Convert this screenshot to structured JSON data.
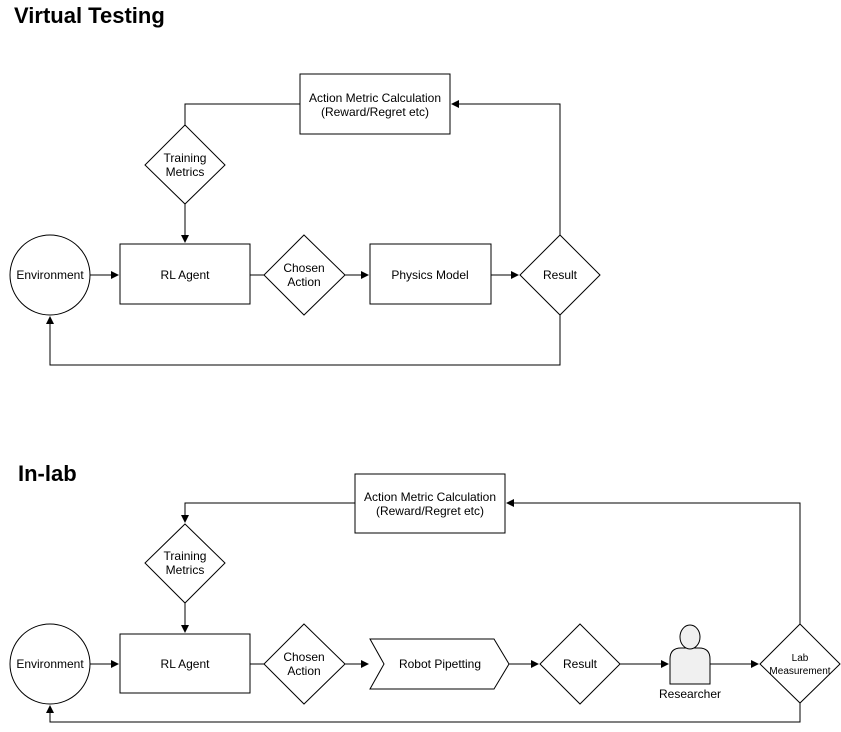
{
  "sections": {
    "virtual_title": "Virtual Testing",
    "inlab_title": "In-lab"
  },
  "virtual": {
    "action_metric_line1": "Action Metric Calculation",
    "action_metric_line2": "(Reward/Regret etc)",
    "training_metrics_line1": "Training",
    "training_metrics_line2": "Metrics",
    "environment": "Environment",
    "rl_agent": "RL Agent",
    "chosen_action_line1": "Chosen",
    "chosen_action_line2": "Action",
    "physics_model": "Physics Model",
    "result": "Result"
  },
  "inlab": {
    "action_metric_line1": "Action Metric Calculation",
    "action_metric_line2": "(Reward/Regret etc)",
    "training_metrics_line1": "Training",
    "training_metrics_line2": "Metrics",
    "environment": "Environment",
    "rl_agent": "RL Agent",
    "chosen_action_line1": "Chosen",
    "chosen_action_line2": "Action",
    "robot_pipetting": "Robot Pipetting",
    "result": "Result",
    "researcher": "Researcher",
    "lab_measurement_line1": "Lab",
    "lab_measurement_line2": "Measurement"
  },
  "colors": {
    "stroke": "#000000",
    "fill": "#ffffff",
    "researcher_fill": "#f0f0f0"
  }
}
